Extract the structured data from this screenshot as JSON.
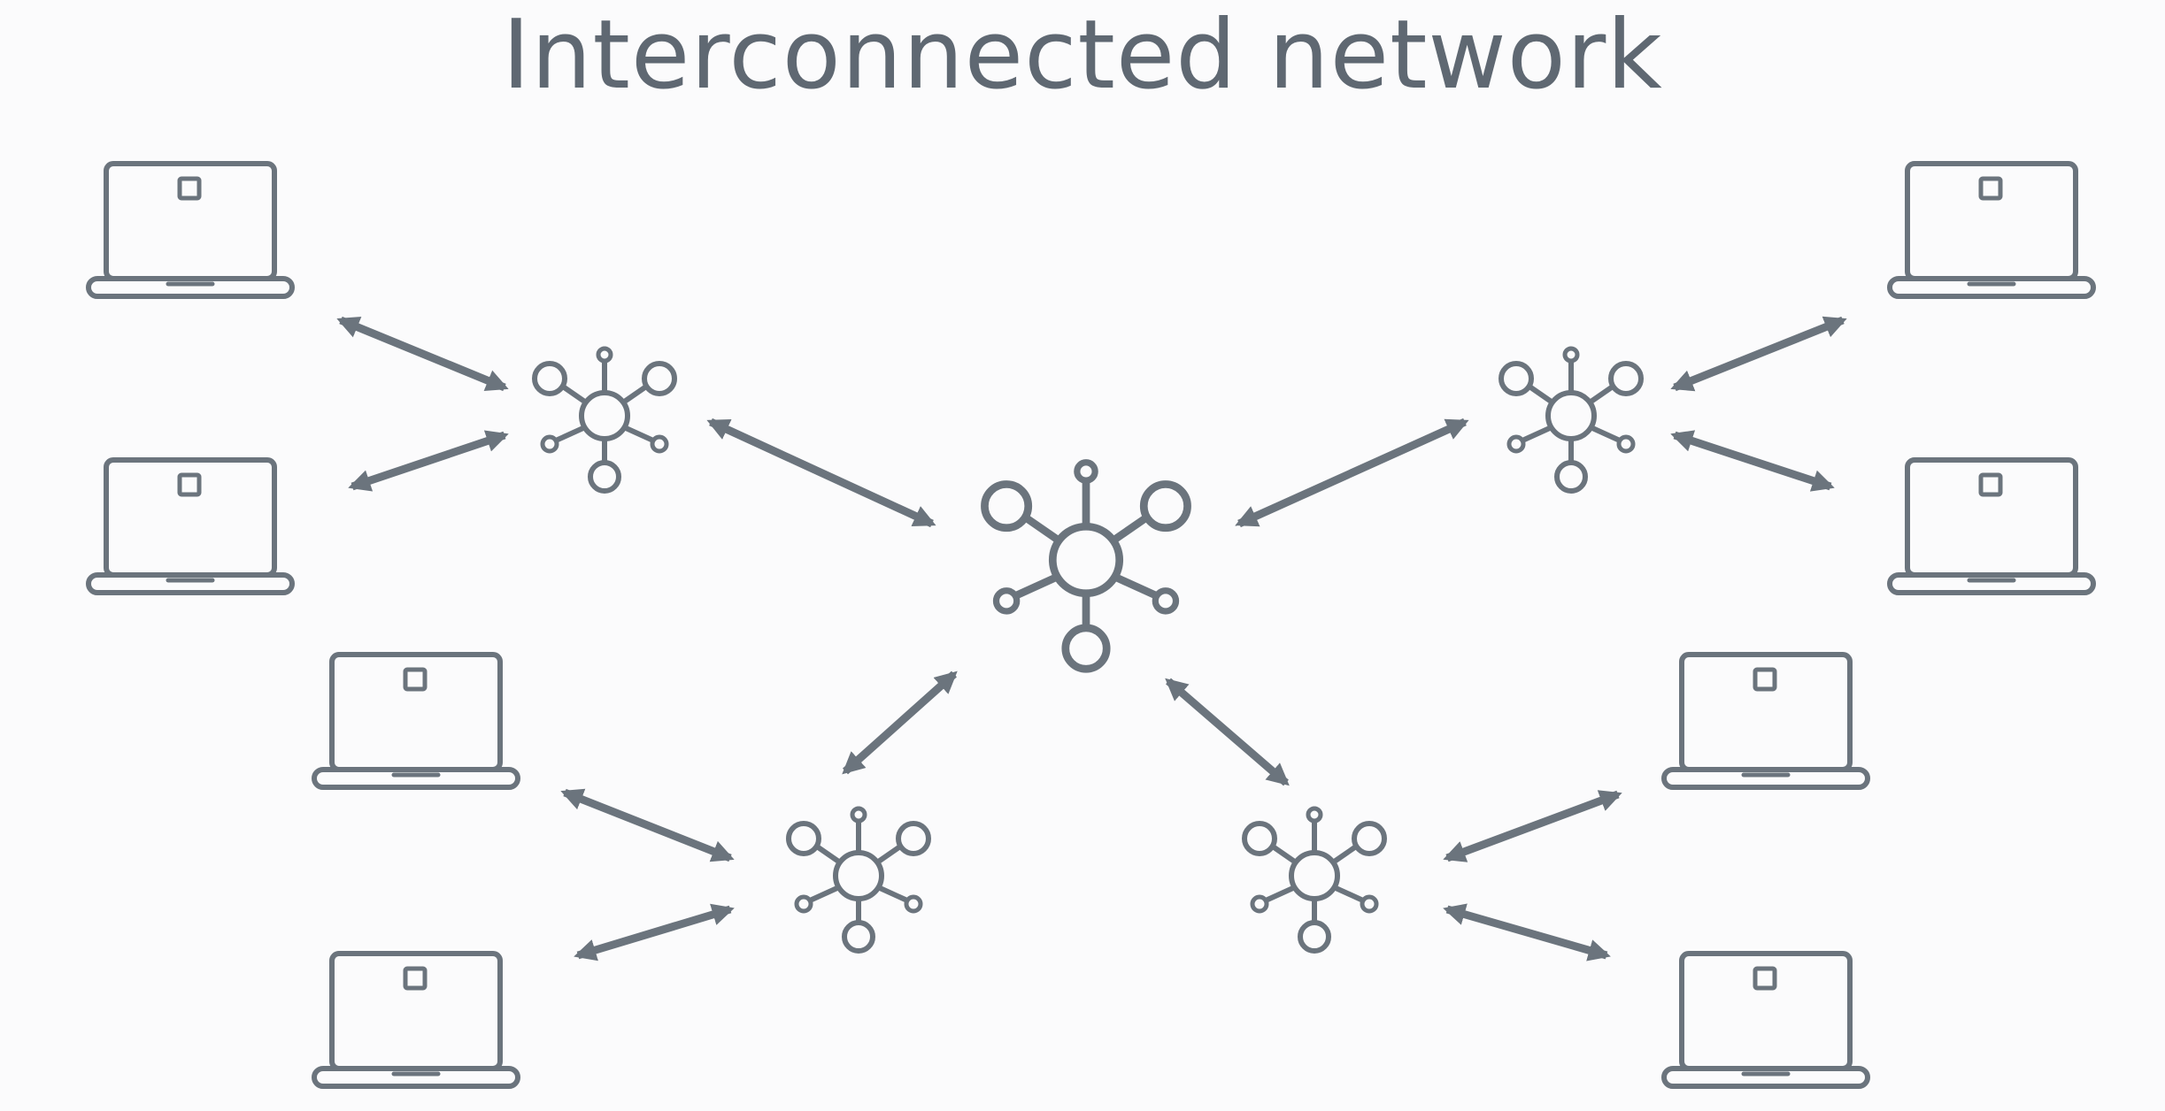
{
  "title": "Interconnected network",
  "colors": {
    "background": "#fbfbfc",
    "stroke": "#6b747d",
    "title": "#5f6872"
  },
  "icons": {
    "device": "laptop-icon",
    "node": "hub-node-icon"
  },
  "network": {
    "central_hub": "central-hub",
    "sub_hubs": [
      "hub-top-left",
      "hub-top-right",
      "hub-bottom-left",
      "hub-bottom-right"
    ],
    "devices_per_sub_hub": 2,
    "connection_type": "bidirectional"
  }
}
